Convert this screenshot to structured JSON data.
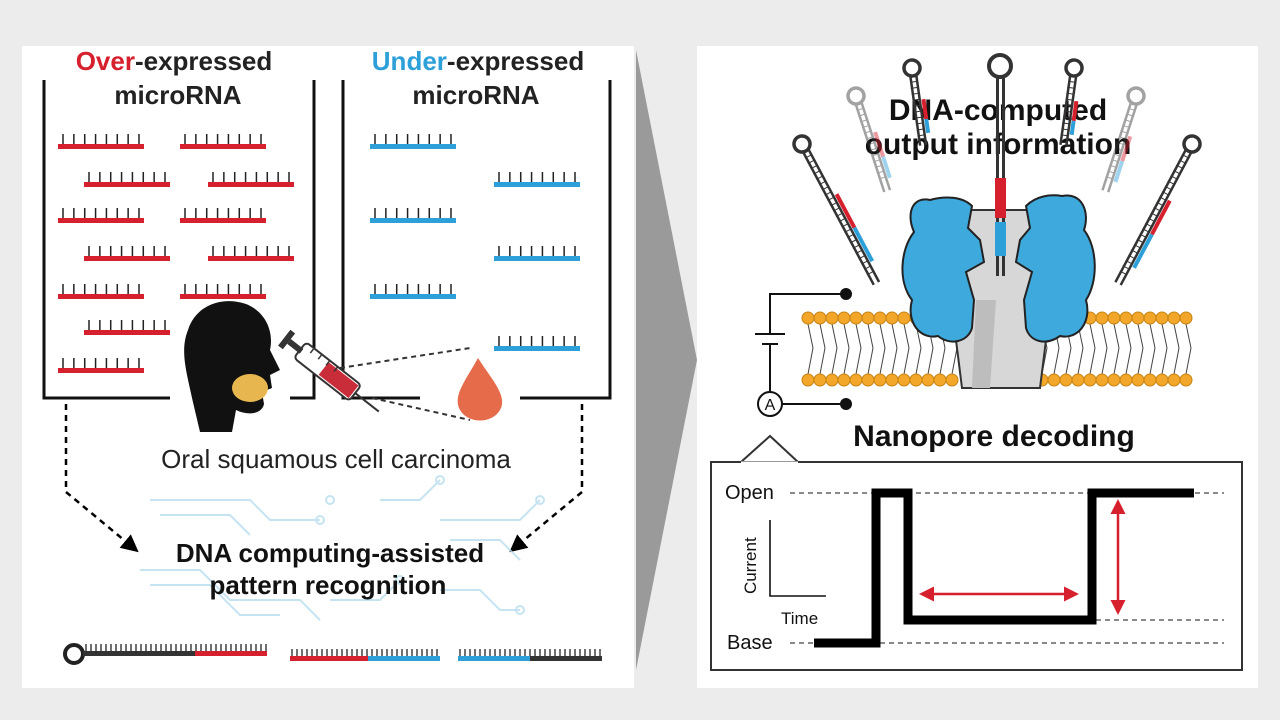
{
  "left": {
    "over_prefix": "Over",
    "over_suffix": "-expressed",
    "over_line2": "microRNA",
    "under_prefix": "Under",
    "under_suffix": "-expressed",
    "under_line2": "microRNA",
    "disease": "Oral squamous cell carcinoma",
    "recognition_line1": "DNA computing-assisted",
    "recognition_line2": "pattern recognition"
  },
  "right": {
    "title_line1": "DNA-computed",
    "title_line2": "output information",
    "ammeter": "A",
    "decoding_title": "Nanopore decoding",
    "trace": {
      "open_label": "Open",
      "base_label": "Base",
      "ylabel": "Current",
      "xlabel": "Time"
    }
  },
  "colors": {
    "red": "#d7202e",
    "blue": "#2ea0d9",
    "lipid": "#f2a72a",
    "pore": "#3ea9dc",
    "pore_core": "#d7d7d7",
    "panel_bg": "#ffffff",
    "page_bg": "#ececec"
  }
}
